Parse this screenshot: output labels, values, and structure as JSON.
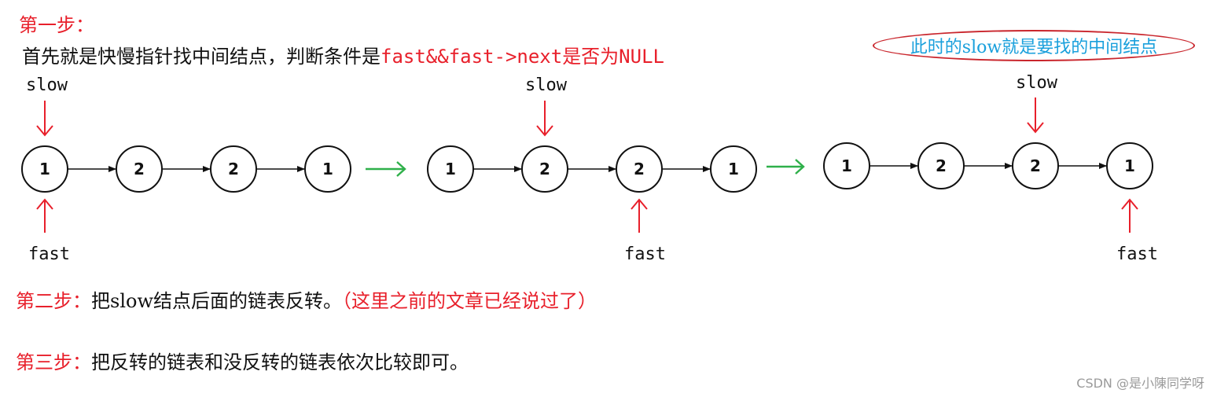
{
  "step1": {
    "title": "第一步："
  },
  "desc": {
    "prefix": "首先就是快慢指针找中间结点，判断条件是",
    "condition": "fast&&fast->next是否为NULL"
  },
  "note": "此时的slow就是要找的中间结点",
  "labels": {
    "slow": "slow",
    "fast": "fast"
  },
  "lists": [
    {
      "values": [
        "1",
        "2",
        "2",
        "1"
      ],
      "slow_index": 0,
      "fast_index": 0
    },
    {
      "values": [
        "1",
        "2",
        "2",
        "1"
      ],
      "slow_index": 1,
      "fast_index": 2
    },
    {
      "values": [
        "1",
        "2",
        "2",
        "1"
      ],
      "slow_index": 2,
      "fast_index": 3
    }
  ],
  "step2": {
    "title": "第二步：",
    "body": "把slow结点后面的链表反转。",
    "aside": "（这里之前的文章已经说过了）"
  },
  "step3": {
    "title": "第三步：",
    "body": "把反转的链表和没反转的链表依次比较即可。"
  },
  "watermark": "CSDN @是小陳同学呀",
  "colors": {
    "red": "#e8202b",
    "green": "#2fb04a",
    "note_text": "#1aa0dc",
    "ellipse": "#c9252c"
  }
}
